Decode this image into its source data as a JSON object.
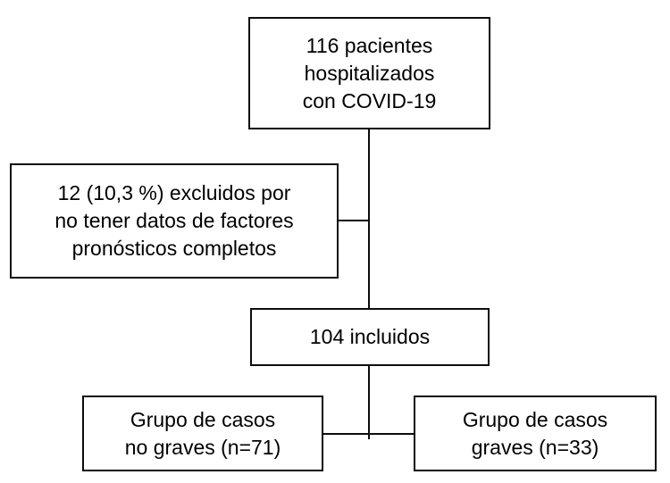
{
  "diagram": {
    "type": "flowchart",
    "language": "es",
    "colors": {
      "border": "#0d0d0d",
      "background": "#ffffff",
      "text": "#000000"
    },
    "boxes": {
      "total": {
        "lines": [
          "116 pacientes",
          "hospitalizados",
          "con COVID-19"
        ]
      },
      "excluded": {
        "lines": [
          "12 (10,3 %) excluidos por",
          "no tener datos de factores",
          "pronósticos completos"
        ]
      },
      "included": {
        "lines": [
          "104 incluidos"
        ]
      },
      "non_severe": {
        "lines": [
          "Grupo de casos",
          "no graves (n=71)"
        ]
      },
      "severe": {
        "lines": [
          "Grupo de casos",
          "graves (n=33)"
        ]
      }
    }
  }
}
